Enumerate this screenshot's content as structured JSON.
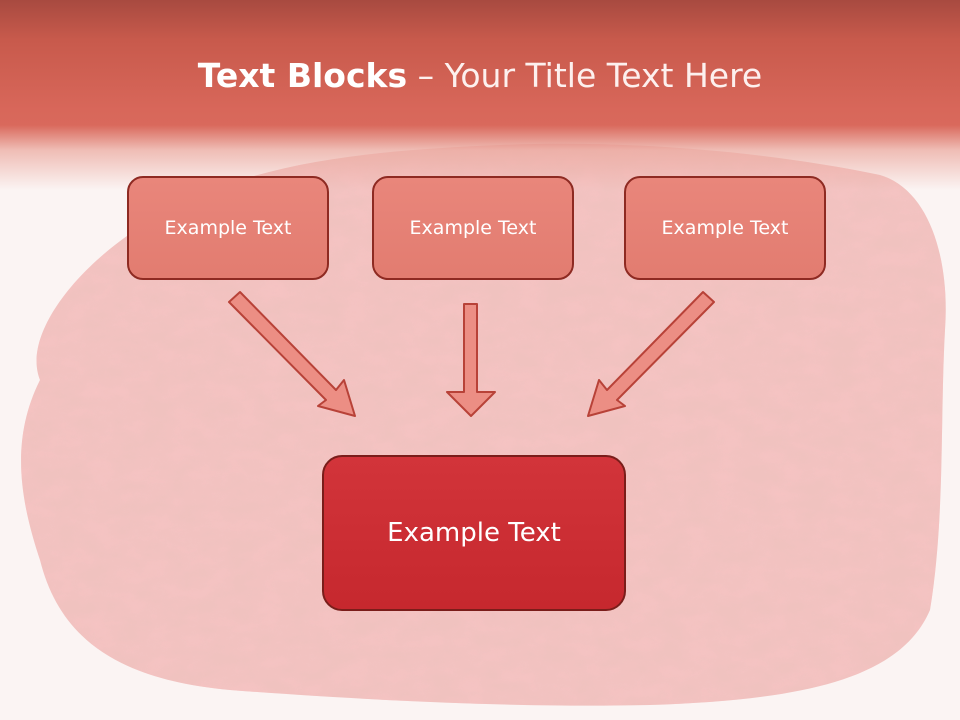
{
  "header": {
    "title_bold": "Text Blocks",
    "title_rest": " – Your Title Text Here"
  },
  "blocks": [
    {
      "label": "Example Text"
    },
    {
      "label": "Example Text"
    },
    {
      "label": "Example Text"
    }
  ],
  "target": {
    "label": "Example Text"
  },
  "colors": {
    "header": "#d8675a",
    "small_box": "#e88a7f",
    "target_box": "#cc2f34",
    "border": "#8e2a22",
    "arrow": "#e98a7f"
  }
}
